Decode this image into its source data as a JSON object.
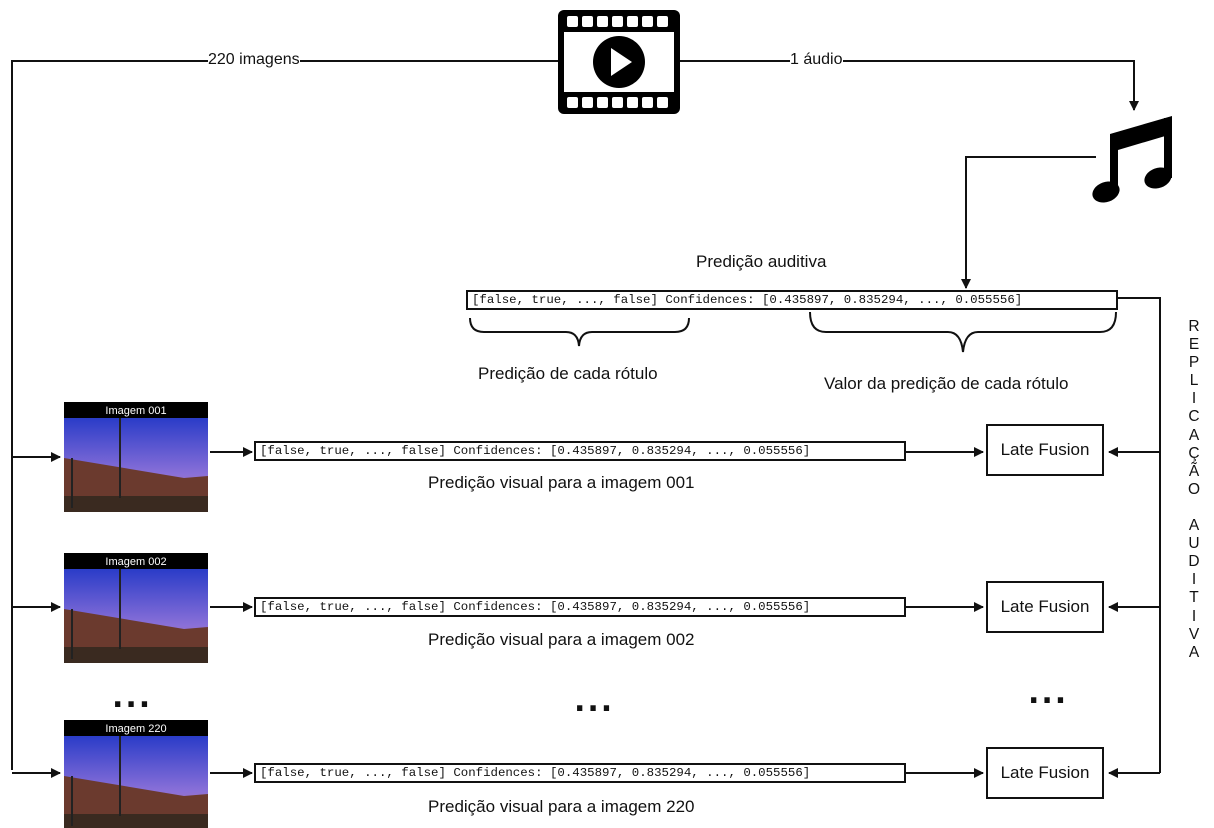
{
  "top": {
    "images_label": "220 imagens",
    "audio_label": "1 áudio",
    "video_icon": "video-play-icon",
    "music_icon": "music-note-icon"
  },
  "audio": {
    "title": "Predição auditiva",
    "prediction": "[false, true, ..., false] Confidences: [0.435897, 0.835294, ..., 0.055556]",
    "brace_left_caption": "Predição de cada rótulo",
    "brace_right_caption": "Valor da predição de cada rótulo"
  },
  "replication_label": "REPLICAÇÃO AUDITIVA",
  "rows": [
    {
      "image_title": "Imagem 001",
      "prediction": "[false, true, ..., false] Confidences: [0.435897, 0.835294, ..., 0.055556]",
      "caption": "Predição visual para a imagem 001",
      "fusion": "Late Fusion"
    },
    {
      "image_title": "Imagem 002",
      "prediction": "[false, true, ..., false] Confidences: [0.435897, 0.835294, ..., 0.055556]",
      "caption": "Predição visual para a imagem 002",
      "fusion": "Late Fusion"
    },
    {
      "image_title": "Imagem 220",
      "prediction": "[false, true, ..., false] Confidences: [0.435897, 0.835294, ..., 0.055556]",
      "caption": "Predição visual para a imagem 220",
      "fusion": "Late Fusion"
    }
  ],
  "ellipsis": "..."
}
